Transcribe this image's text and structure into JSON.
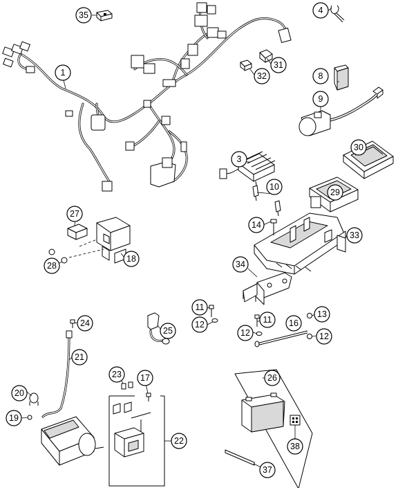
{
  "diagram": {
    "callouts": [
      {
        "id": "c35",
        "label": "35"
      },
      {
        "id": "c4",
        "label": "4"
      },
      {
        "id": "c1",
        "label": "1"
      },
      {
        "id": "c31",
        "label": "31"
      },
      {
        "id": "c32",
        "label": "32"
      },
      {
        "id": "c8",
        "label": "8"
      },
      {
        "id": "c9",
        "label": "9"
      },
      {
        "id": "c3",
        "label": "3"
      },
      {
        "id": "c30",
        "label": "30"
      },
      {
        "id": "c29",
        "label": "29"
      },
      {
        "id": "c10",
        "label": "10"
      },
      {
        "id": "c27",
        "label": "27"
      },
      {
        "id": "c14",
        "label": "14"
      },
      {
        "id": "c33",
        "label": "33"
      },
      {
        "id": "c28",
        "label": "28"
      },
      {
        "id": "c18",
        "label": "18"
      },
      {
        "id": "c34",
        "label": "34"
      },
      {
        "id": "c11a",
        "label": "11"
      },
      {
        "id": "c12a",
        "label": "12"
      },
      {
        "id": "c24",
        "label": "24"
      },
      {
        "id": "c25",
        "label": "25"
      },
      {
        "id": "c11b",
        "label": "11"
      },
      {
        "id": "c16",
        "label": "16"
      },
      {
        "id": "c13",
        "label": "13"
      },
      {
        "id": "c12b",
        "label": "12"
      },
      {
        "id": "c12c",
        "label": "12"
      },
      {
        "id": "c21",
        "label": "21"
      },
      {
        "id": "c23",
        "label": "23"
      },
      {
        "id": "c17",
        "label": "17"
      },
      {
        "id": "c26",
        "label": "26"
      },
      {
        "id": "c20",
        "label": "20"
      },
      {
        "id": "c19",
        "label": "19"
      },
      {
        "id": "c22",
        "label": "22"
      },
      {
        "id": "c38",
        "label": "38"
      },
      {
        "id": "c37",
        "label": "37"
      }
    ]
  }
}
